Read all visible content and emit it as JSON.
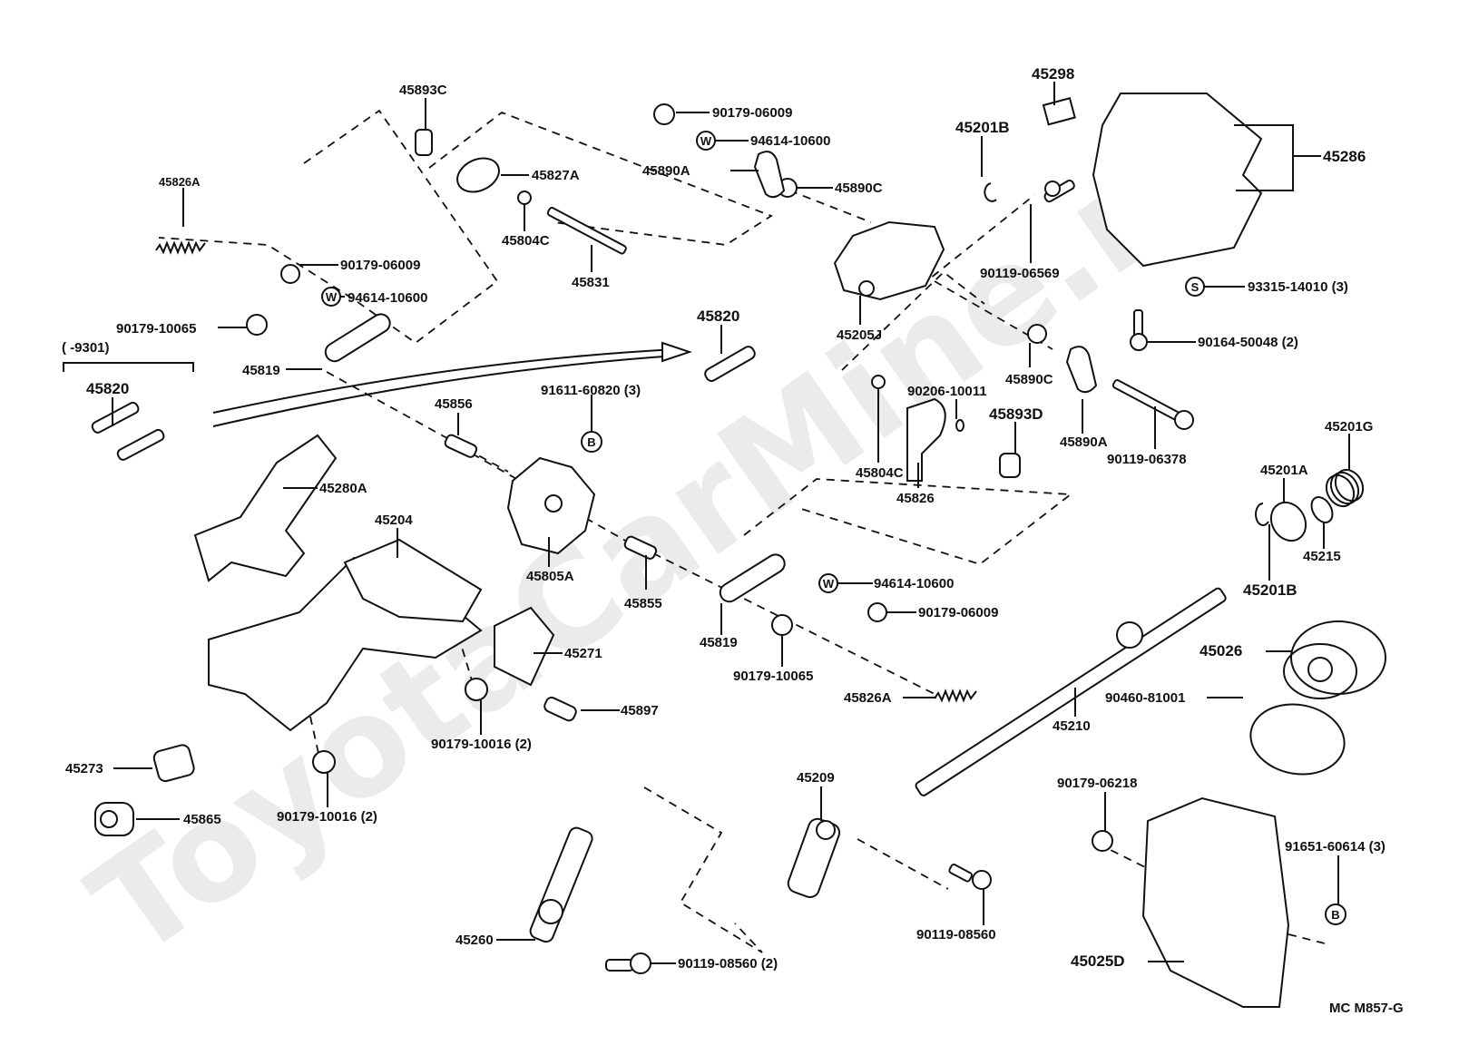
{
  "diagram": {
    "title": "Steering column parts diagram",
    "reference_code": "MC M857-G",
    "watermark": "ToyotaCarMine.ru",
    "range_note": "(      -9301)",
    "labels": [
      {
        "id": "45893C",
        "text": "45893C"
      },
      {
        "id": "45826A_top",
        "text": "45826A"
      },
      {
        "id": "45827A",
        "text": "45827A"
      },
      {
        "id": "45804C_top",
        "text": "45804C"
      },
      {
        "id": "45831",
        "text": "45831"
      },
      {
        "id": "90179-06009_a",
        "text": "90179-06009"
      },
      {
        "id": "94614-10600_a",
        "text": "94614-10600"
      },
      {
        "id": "90179-10065_a",
        "text": "90179-10065"
      },
      {
        "id": "45819_a",
        "text": "45819"
      },
      {
        "id": "45820_left",
        "text": "45820"
      },
      {
        "id": "90179-06009_b",
        "text": "90179-06009"
      },
      {
        "id": "94614-10600_b",
        "text": "94614-10600"
      },
      {
        "id": "45890A_a",
        "text": "45890A"
      },
      {
        "id": "45890C_a",
        "text": "45890C"
      },
      {
        "id": "45205J",
        "text": "45205J"
      },
      {
        "id": "45820_mid",
        "text": "45820"
      },
      {
        "id": "45298",
        "text": "45298"
      },
      {
        "id": "45201B_top",
        "text": "45201B"
      },
      {
        "id": "90119-06569",
        "text": "90119-06569"
      },
      {
        "id": "45286",
        "text": "45286"
      },
      {
        "id": "93315-14010",
        "text": "93315-14010 (3)"
      },
      {
        "id": "90164-50048",
        "text": "90164-50048 (2)"
      },
      {
        "id": "90206-10011",
        "text": "90206-10011"
      },
      {
        "id": "45890C_b",
        "text": "45890C"
      },
      {
        "id": "45890A_b",
        "text": "45890A"
      },
      {
        "id": "45893D",
        "text": "45893D"
      },
      {
        "id": "45804C_mid",
        "text": "45804C"
      },
      {
        "id": "45826",
        "text": "45826"
      },
      {
        "id": "90119-06378",
        "text": "90119-06378"
      },
      {
        "id": "45201G",
        "text": "45201G"
      },
      {
        "id": "45201A",
        "text": "45201A"
      },
      {
        "id": "45215",
        "text": "45215"
      },
      {
        "id": "45201B_mid",
        "text": "45201B"
      },
      {
        "id": "45856",
        "text": "45856"
      },
      {
        "id": "91611-60820",
        "text": "91611-60820 (3)"
      },
      {
        "id": "45280A",
        "text": "45280A"
      },
      {
        "id": "45204",
        "text": "45204"
      },
      {
        "id": "45805A",
        "text": "45805A"
      },
      {
        "id": "45855",
        "text": "45855"
      },
      {
        "id": "45819_b",
        "text": "45819"
      },
      {
        "id": "94614-10600_c",
        "text": "94614-10600"
      },
      {
        "id": "90179-06009_c",
        "text": "90179-06009"
      },
      {
        "id": "90179-10065_b",
        "text": "90179-10065"
      },
      {
        "id": "45826A_mid",
        "text": "45826A"
      },
      {
        "id": "45271",
        "text": "45271"
      },
      {
        "id": "45897",
        "text": "45897"
      },
      {
        "id": "90179-10016_a",
        "text": "90179-10016 (2)"
      },
      {
        "id": "90179-10016_b",
        "text": "90179-10016 (2)"
      },
      {
        "id": "45273",
        "text": "45273"
      },
      {
        "id": "45865",
        "text": "45865"
      },
      {
        "id": "45026",
        "text": "45026"
      },
      {
        "id": "90460-81001",
        "text": "90460-81001"
      },
      {
        "id": "45210",
        "text": "45210"
      },
      {
        "id": "90179-06218",
        "text": "90179-06218"
      },
      {
        "id": "91651-60614",
        "text": "91651-60614 (3)"
      },
      {
        "id": "45025D",
        "text": "45025D"
      },
      {
        "id": "45209",
        "text": "45209"
      },
      {
        "id": "90119-08560_a",
        "text": "90119-08560"
      },
      {
        "id": "45260",
        "text": "45260"
      },
      {
        "id": "90119-08560_b",
        "text": "90119-08560 (2)"
      }
    ],
    "callout_symbols": {
      "W": "W",
      "S": "S",
      "B": "B"
    }
  }
}
